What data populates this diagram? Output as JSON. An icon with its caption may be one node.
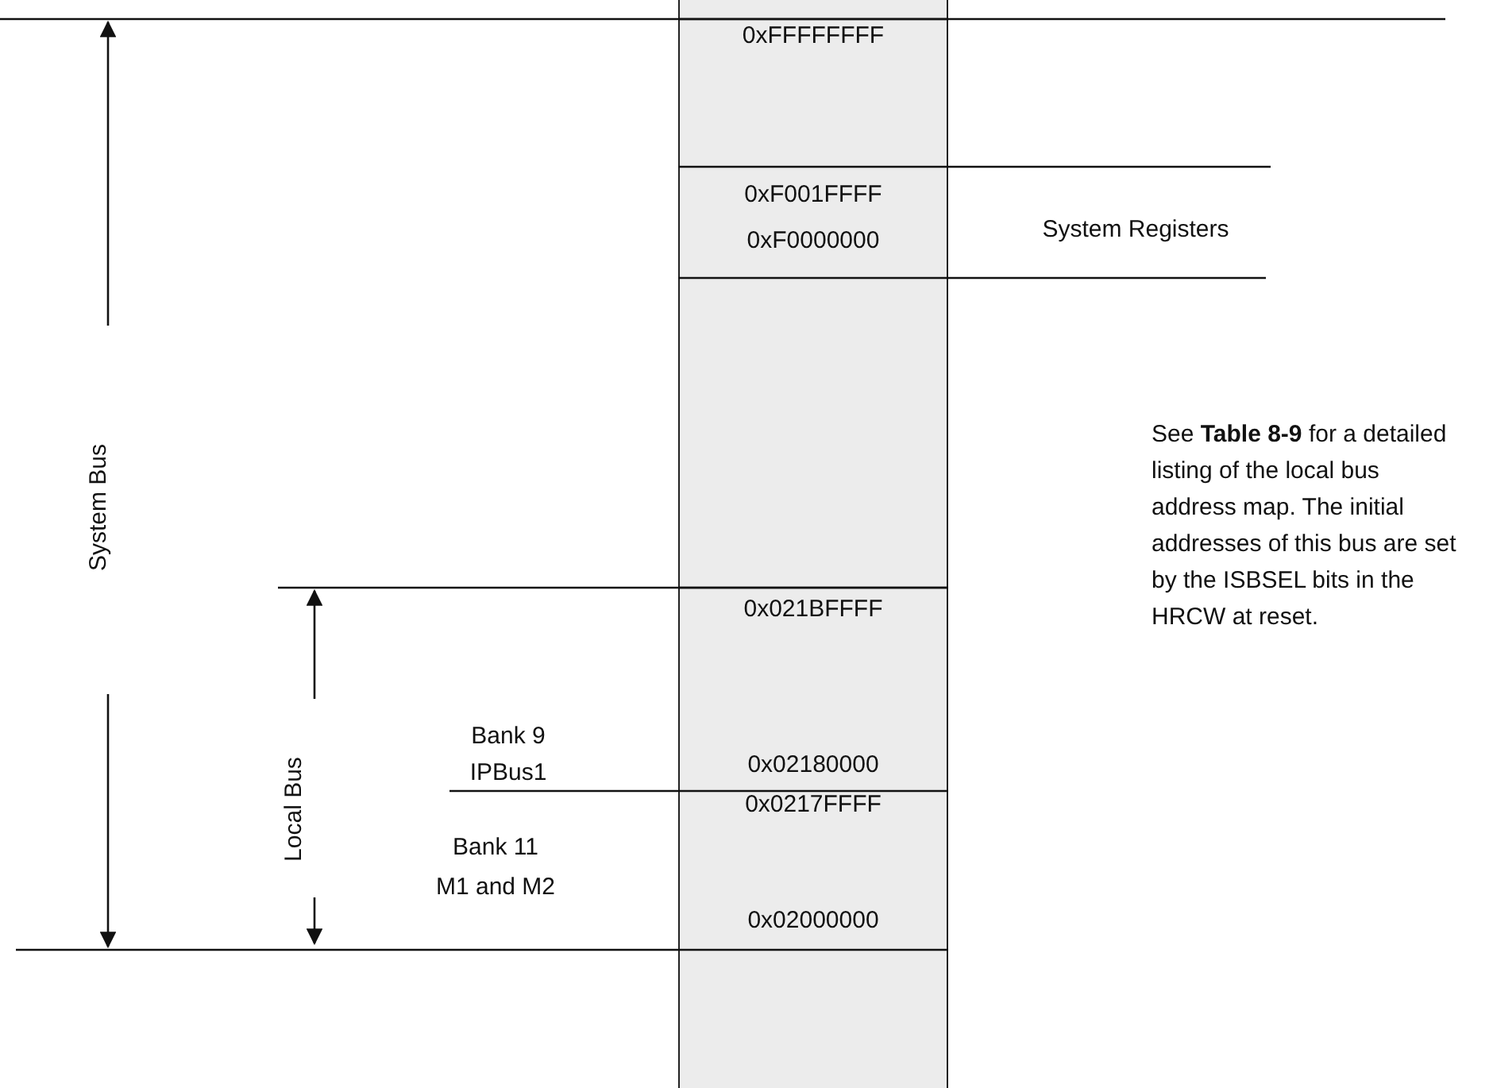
{
  "diagram": {
    "nodes": [
      {
        "text": [],
        "shape": "bar"
      },
      {
        "text": [
          "0xFFFFFFFF"
        ],
        "in": 0
      },
      {
        "text": [
          "0xF001FFFF",
          "0xF0000000"
        ],
        "in": 0
      },
      {
        "text": [
          "0x021BFFFF",
          "0x02180000"
        ],
        "in": 0
      },
      {
        "text": [
          "0x0217FFFF",
          "0x02000000"
        ],
        "in": 0
      }
    ],
    "edges": [],
    "labels": [
      "System Registers",
      "System Bus",
      "See **Table 8-9** for a detailed listing of the local bus address map. The initial addresses of this bus are set by the ISBSEL bits in the HRCW at reset.",
      "Local Bus",
      "Bank 9 IPBus1",
      "Bank 11 M1 and M2"
    ]
  }
}
